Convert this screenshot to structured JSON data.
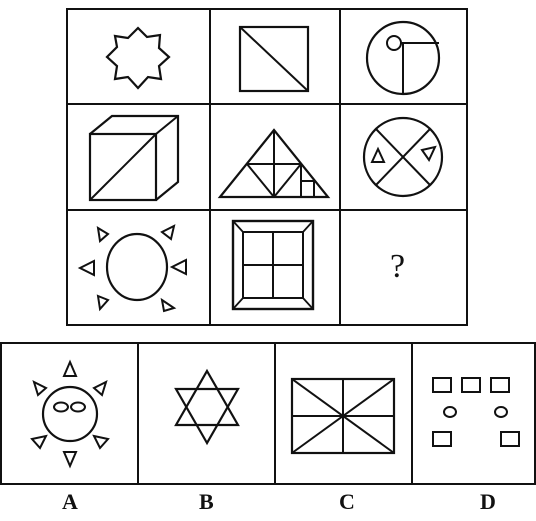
{
  "puzzle": {
    "question_mark": "?",
    "options": [
      {
        "label": "A",
        "figure": "sun-with-eyes"
      },
      {
        "label": "B",
        "figure": "six-point-star"
      },
      {
        "label": "C",
        "figure": "rectangle-with-lines"
      },
      {
        "label": "D",
        "figure": "squares-and-ovals"
      }
    ],
    "grid_figures": [
      "eight-point-star",
      "square-with-diagonal",
      "circle-with-small-circle",
      "cube",
      "triangle-subdivided",
      "circle-cross-with-triangles",
      "sun-circle-with-rays",
      "window-square",
      "question"
    ]
  }
}
